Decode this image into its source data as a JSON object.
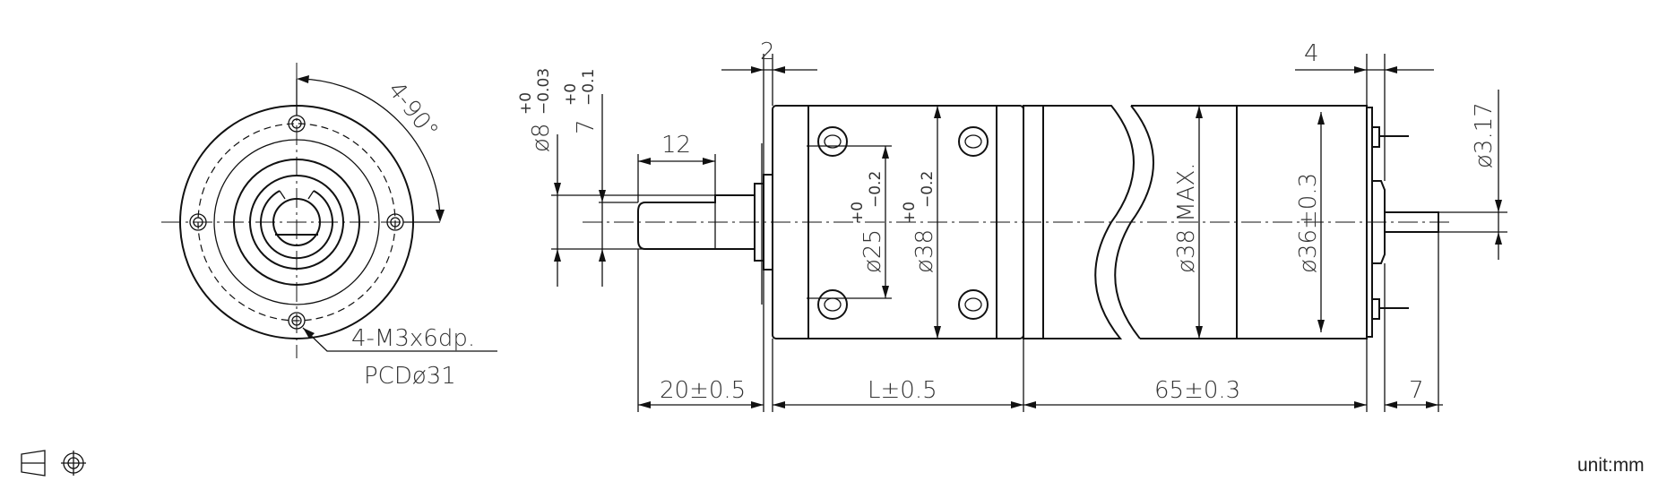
{
  "views": {
    "front": {
      "angle_label": "4-90°",
      "hole_label": "4-M3x6dp.",
      "pcd_label": "PCDø31"
    },
    "side": {
      "dims": {
        "flange_gap": "2",
        "end_gap": "4",
        "shaft_dia_main": "ø8",
        "shaft_dia_tol_upper": "+0",
        "shaft_dia_tol_lower": "−0.03",
        "flat_main": "7",
        "flat_tol_upper": "+0",
        "flat_tol_lower": "−0.1",
        "key_length": "12",
        "pilot_dia_main": "ø25",
        "pilot_tol_upper": "+0",
        "pilot_tol_lower": "−0.2",
        "gearbox_dia_main": "ø38",
        "gearbox_tol_upper": "+0",
        "gearbox_tol_lower": "−0.2",
        "motor_max": "ø38 MAX.",
        "motor_dia": "ø36±0.3",
        "rear_shaft_dia": "ø3.17",
        "shaft_length": "20±0.5",
        "gearbox_length": "L±0.5",
        "motor_length": "65±0.3",
        "rear_shaft_length": "7"
      }
    }
  },
  "symbols": {
    "projection_icon": "first-angle-projection",
    "crosshair_icon": "crosshair-circle"
  },
  "unit": "unit:mm"
}
